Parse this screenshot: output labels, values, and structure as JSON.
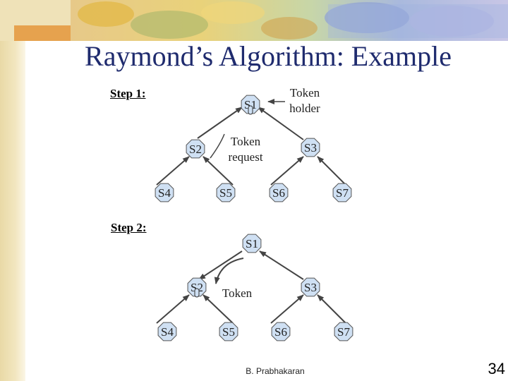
{
  "slide": {
    "title": "Raymond’s Algorithm: Example",
    "footer": "B. Prabhakaran",
    "page_number": "34"
  },
  "step1": {
    "label": "Step 1:",
    "token_holder_line1": "Token",
    "token_holder_line2": "holder",
    "request_line1": "Token",
    "request_line2": "request",
    "nodes": [
      "S1",
      "S2",
      "S3",
      "S4",
      "S5",
      "S6",
      "S7"
    ]
  },
  "step2": {
    "label": "Step 2:",
    "token_label": "Token",
    "nodes": [
      "S1",
      "S2",
      "S3",
      "S4",
      "S5",
      "S6",
      "S7"
    ]
  },
  "colors": {
    "title": "#1f2b6e",
    "node_fill": "#cfe0f3",
    "edge": "#444444"
  }
}
